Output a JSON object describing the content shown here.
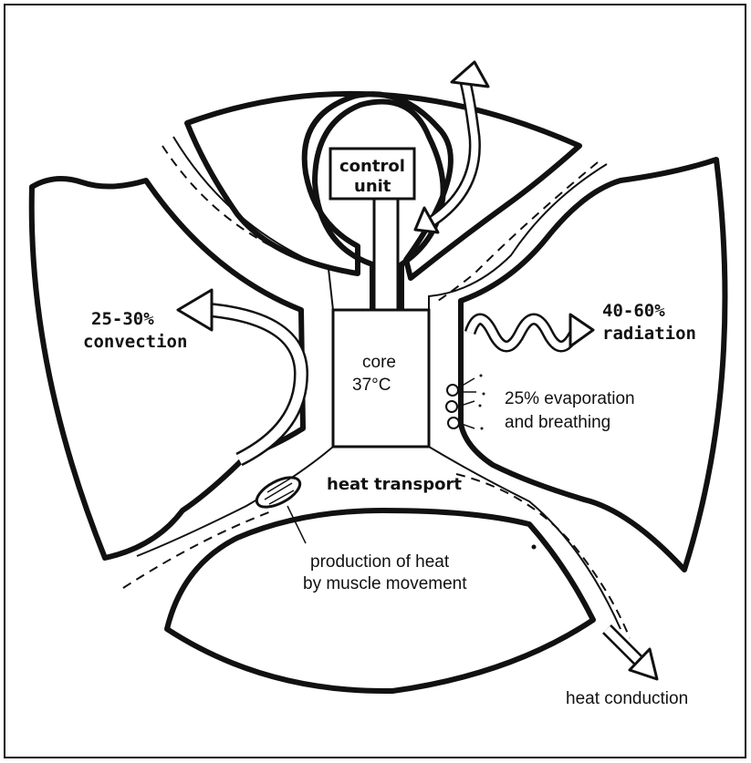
{
  "diagram": {
    "control_unit": {
      "line1": "control",
      "line2": "unit"
    },
    "core": {
      "line1": "core",
      "line2": "37°C"
    },
    "convection": {
      "percent": "25-30%",
      "label": "convection"
    },
    "radiation": {
      "percent": "40-60%",
      "label": "radiation"
    },
    "evaporation": {
      "line1": "25% evaporation",
      "line2": "and breathing"
    },
    "heat_transport": "heat transport",
    "muscle": {
      "line1": "production of heat",
      "line2": "by muscle movement"
    },
    "heat_conduction": "heat conduction"
  },
  "colors": {
    "ink": "#111111",
    "background": "#ffffff"
  }
}
